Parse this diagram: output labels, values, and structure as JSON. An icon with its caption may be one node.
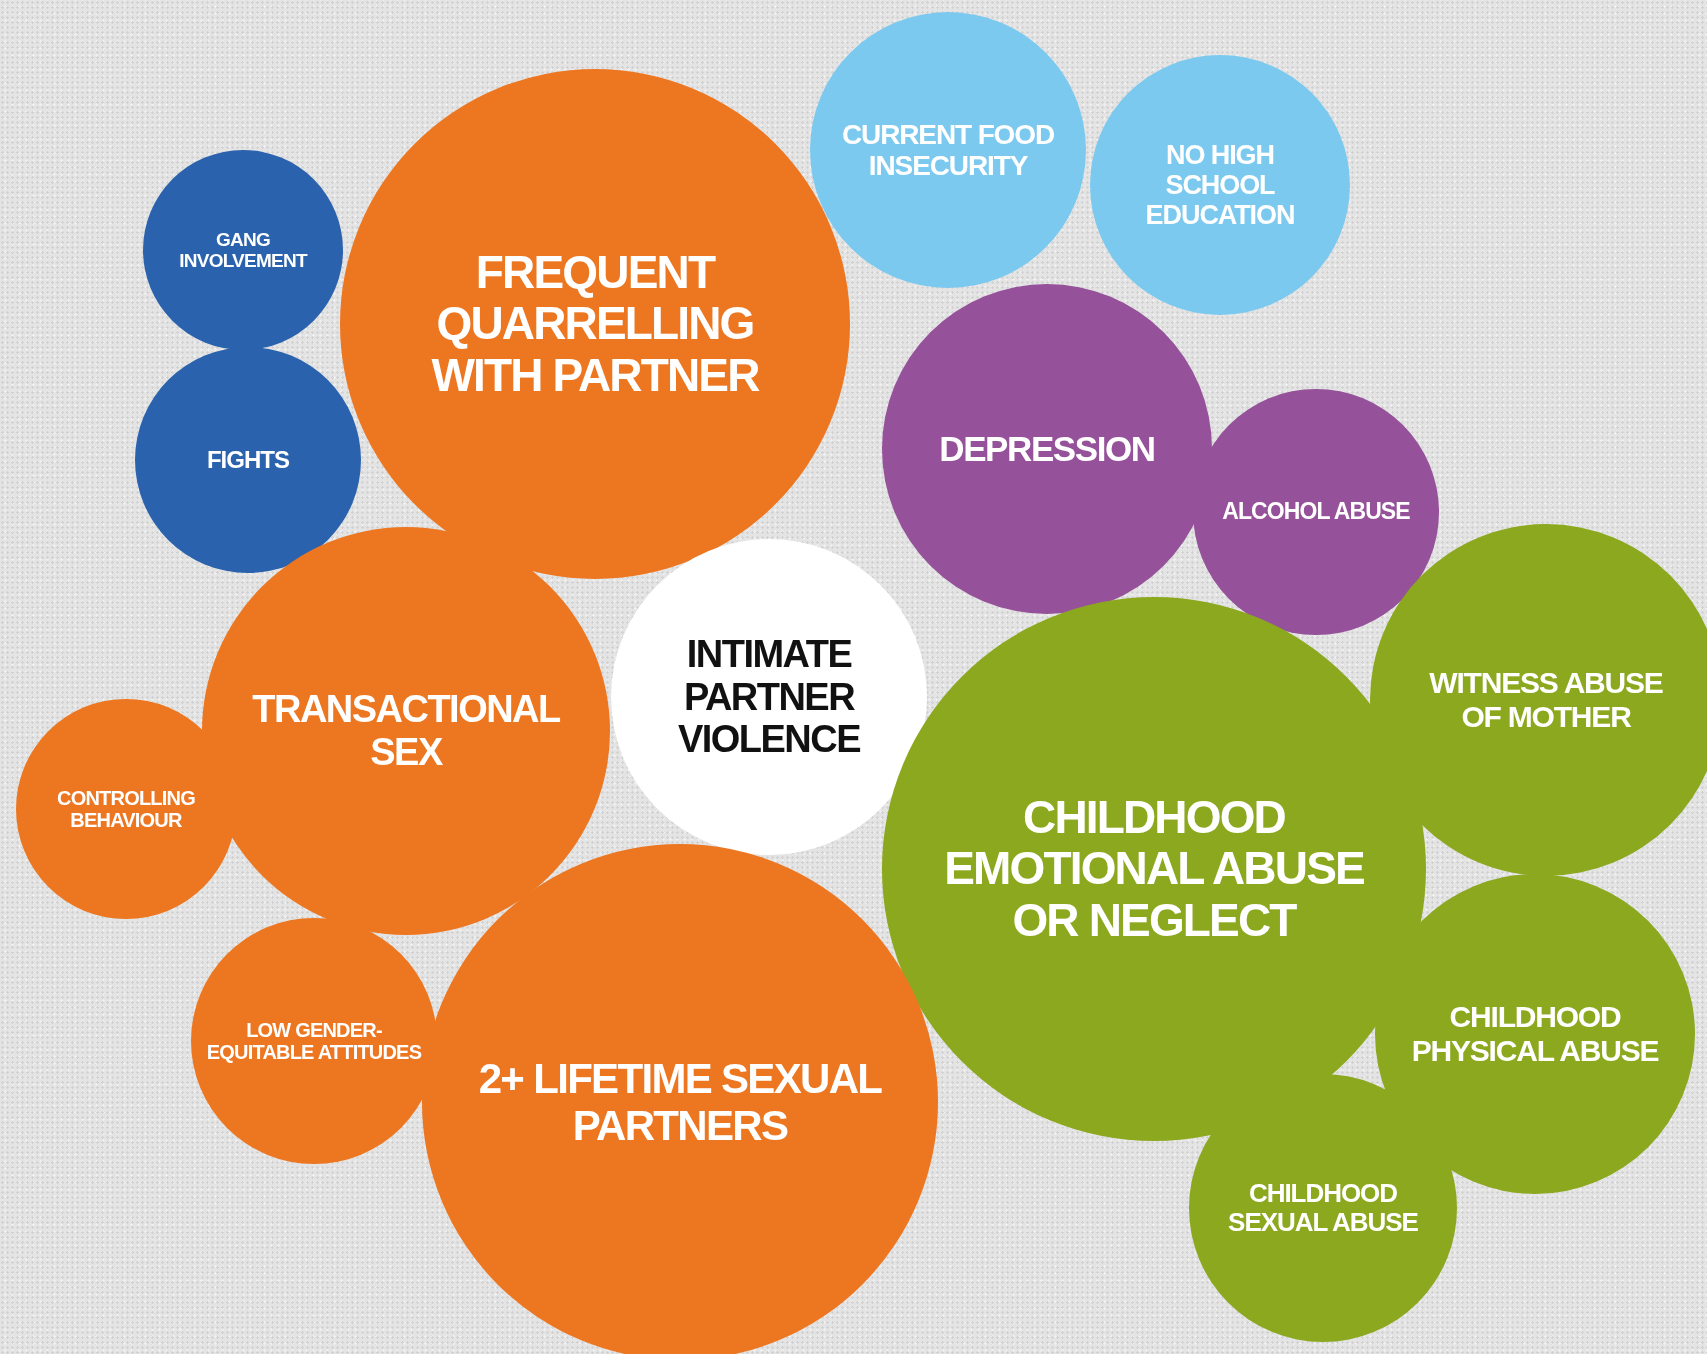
{
  "diagram": {
    "nodes": [
      {
        "text": [
          "GANG INVOLVEMENT"
        ]
      },
      {
        "text": [
          "FREQUENT QUARRELLING WITH PARTNER"
        ]
      },
      {
        "text": [
          "CURRENT FOOD INSECURITY"
        ]
      },
      {
        "text": [
          "NO HIGH SCHOOL EDUCATION"
        ]
      },
      {
        "text": [
          "FIGHTS"
        ]
      },
      {
        "text": [
          "DEPRESSION"
        ]
      },
      {
        "text": [
          "ALCOHOL ABUSE"
        ]
      },
      {
        "text": [
          "INTIMATE PARTNER VIOLENCE"
        ]
      },
      {
        "text": [
          "TRANSACTIONAL SEX"
        ]
      },
      {
        "text": [
          "WITNESS ABUSE OF MOTHER"
        ]
      },
      {
        "text": [
          "CONTROLLING BEHAVIOUR"
        ]
      },
      {
        "text": [
          "CHILDHOOD EMOTIONAL ABUSE OR NEGLECT"
        ]
      },
      {
        "text": [
          "CHILDHOOD PHYSICAL ABUSE"
        ]
      },
      {
        "text": [
          "LOW GENDER-EQUITABLE ATTITUDES"
        ]
      },
      {
        "text": [
          "2+ LIFETIME SEXUAL PARTNERS"
        ]
      },
      {
        "text": [
          "CHILDHOOD SEXUAL ABUSE"
        ]
      }
    ]
  }
}
